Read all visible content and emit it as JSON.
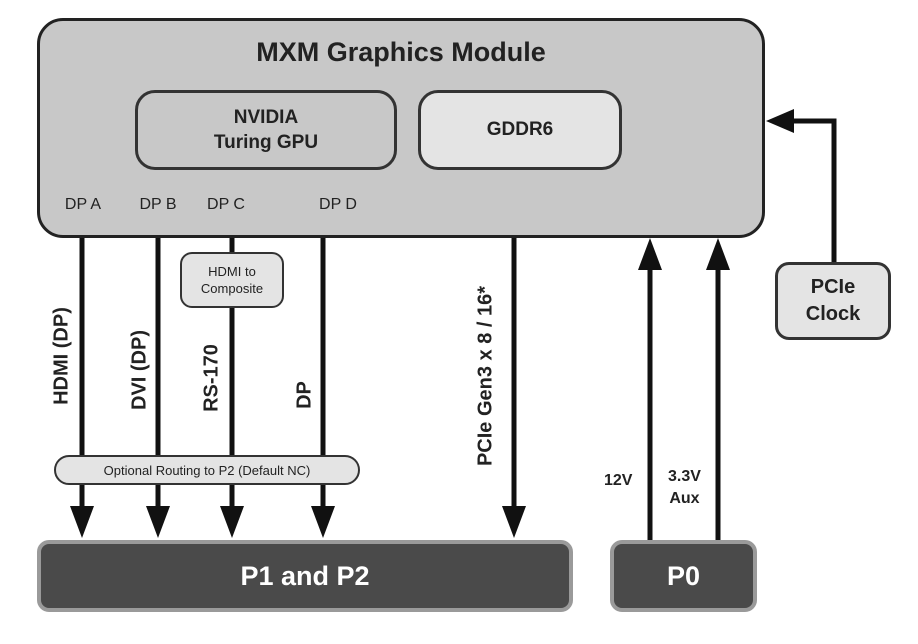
{
  "module": {
    "title": "MXM Graphics Module",
    "gpu_line1": "NVIDIA",
    "gpu_line2": "Turing GPU",
    "memory": "GDDR6",
    "ports": [
      "DP A",
      "DP B",
      "DP C",
      "DP D"
    ]
  },
  "converter": {
    "line1": "HDMI to",
    "line2": "Composite"
  },
  "signals": {
    "dp_a": "HDMI (DP)",
    "dp_b": "DVI (DP)",
    "dp_c": "RS-170",
    "dp_d": "DP",
    "pcie": "PCIe Gen3 x 8 / 16*"
  },
  "routing_note": "Optional Routing to P2 (Default NC)",
  "pcie_clock": {
    "line1": "PCIe",
    "line2": "Clock"
  },
  "power": {
    "v12": "12V",
    "v33_line1": "3.3V",
    "v33_line2": "Aux"
  },
  "connectors": {
    "p1p2": "P1 and P2",
    "p0": "P0"
  },
  "colors": {
    "module_fill": "#c8c8c8",
    "light_box_fill": "#e4e4e4",
    "connector_fill": "#4a4a4a",
    "connector_border": "#9a9a9a",
    "line": "#111111"
  }
}
